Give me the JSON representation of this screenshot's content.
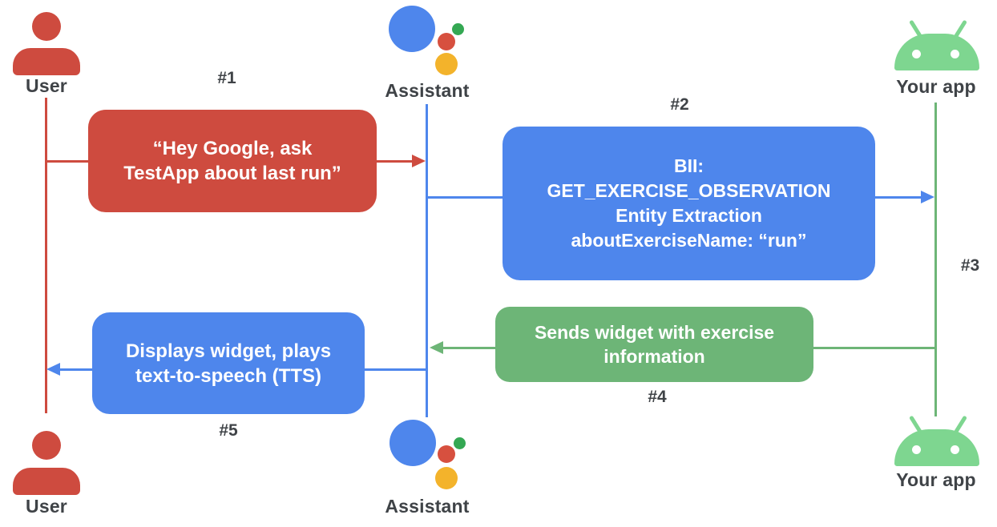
{
  "diagram": {
    "actors": {
      "user_top_label": "User",
      "assistant_top_label": "Assistant",
      "app_top_label": "Your app",
      "user_bottom_label": "User",
      "assistant_bottom_label": "Assistant",
      "app_bottom_label": "Your app"
    },
    "steps": {
      "s1": "#1",
      "s2": "#2",
      "s3": "#3",
      "s4": "#4",
      "s5": "#5"
    },
    "messages": {
      "m1": "“Hey Google, ask\nTestApp about last run”",
      "m2": "BII:\nGET_EXERCISE_OBSERVATION\nEntity Extraction\naboutExerciseName: “run”",
      "m4": "Sends widget with exercise\ninformation",
      "m5": "Displays widget, plays\ntext-to-speech (TTS)"
    },
    "icons": {
      "user": "person-icon",
      "assistant": "google-assistant-icon",
      "app": "android-icon"
    },
    "colors": {
      "red": "#CE4B3F",
      "blue": "#4E86EC",
      "green": "#6DB577",
      "android_green": "#7ED690",
      "yellow": "#F3B32B",
      "assistant_green_dot": "#34A853",
      "label_gray": "#3F4347"
    }
  }
}
